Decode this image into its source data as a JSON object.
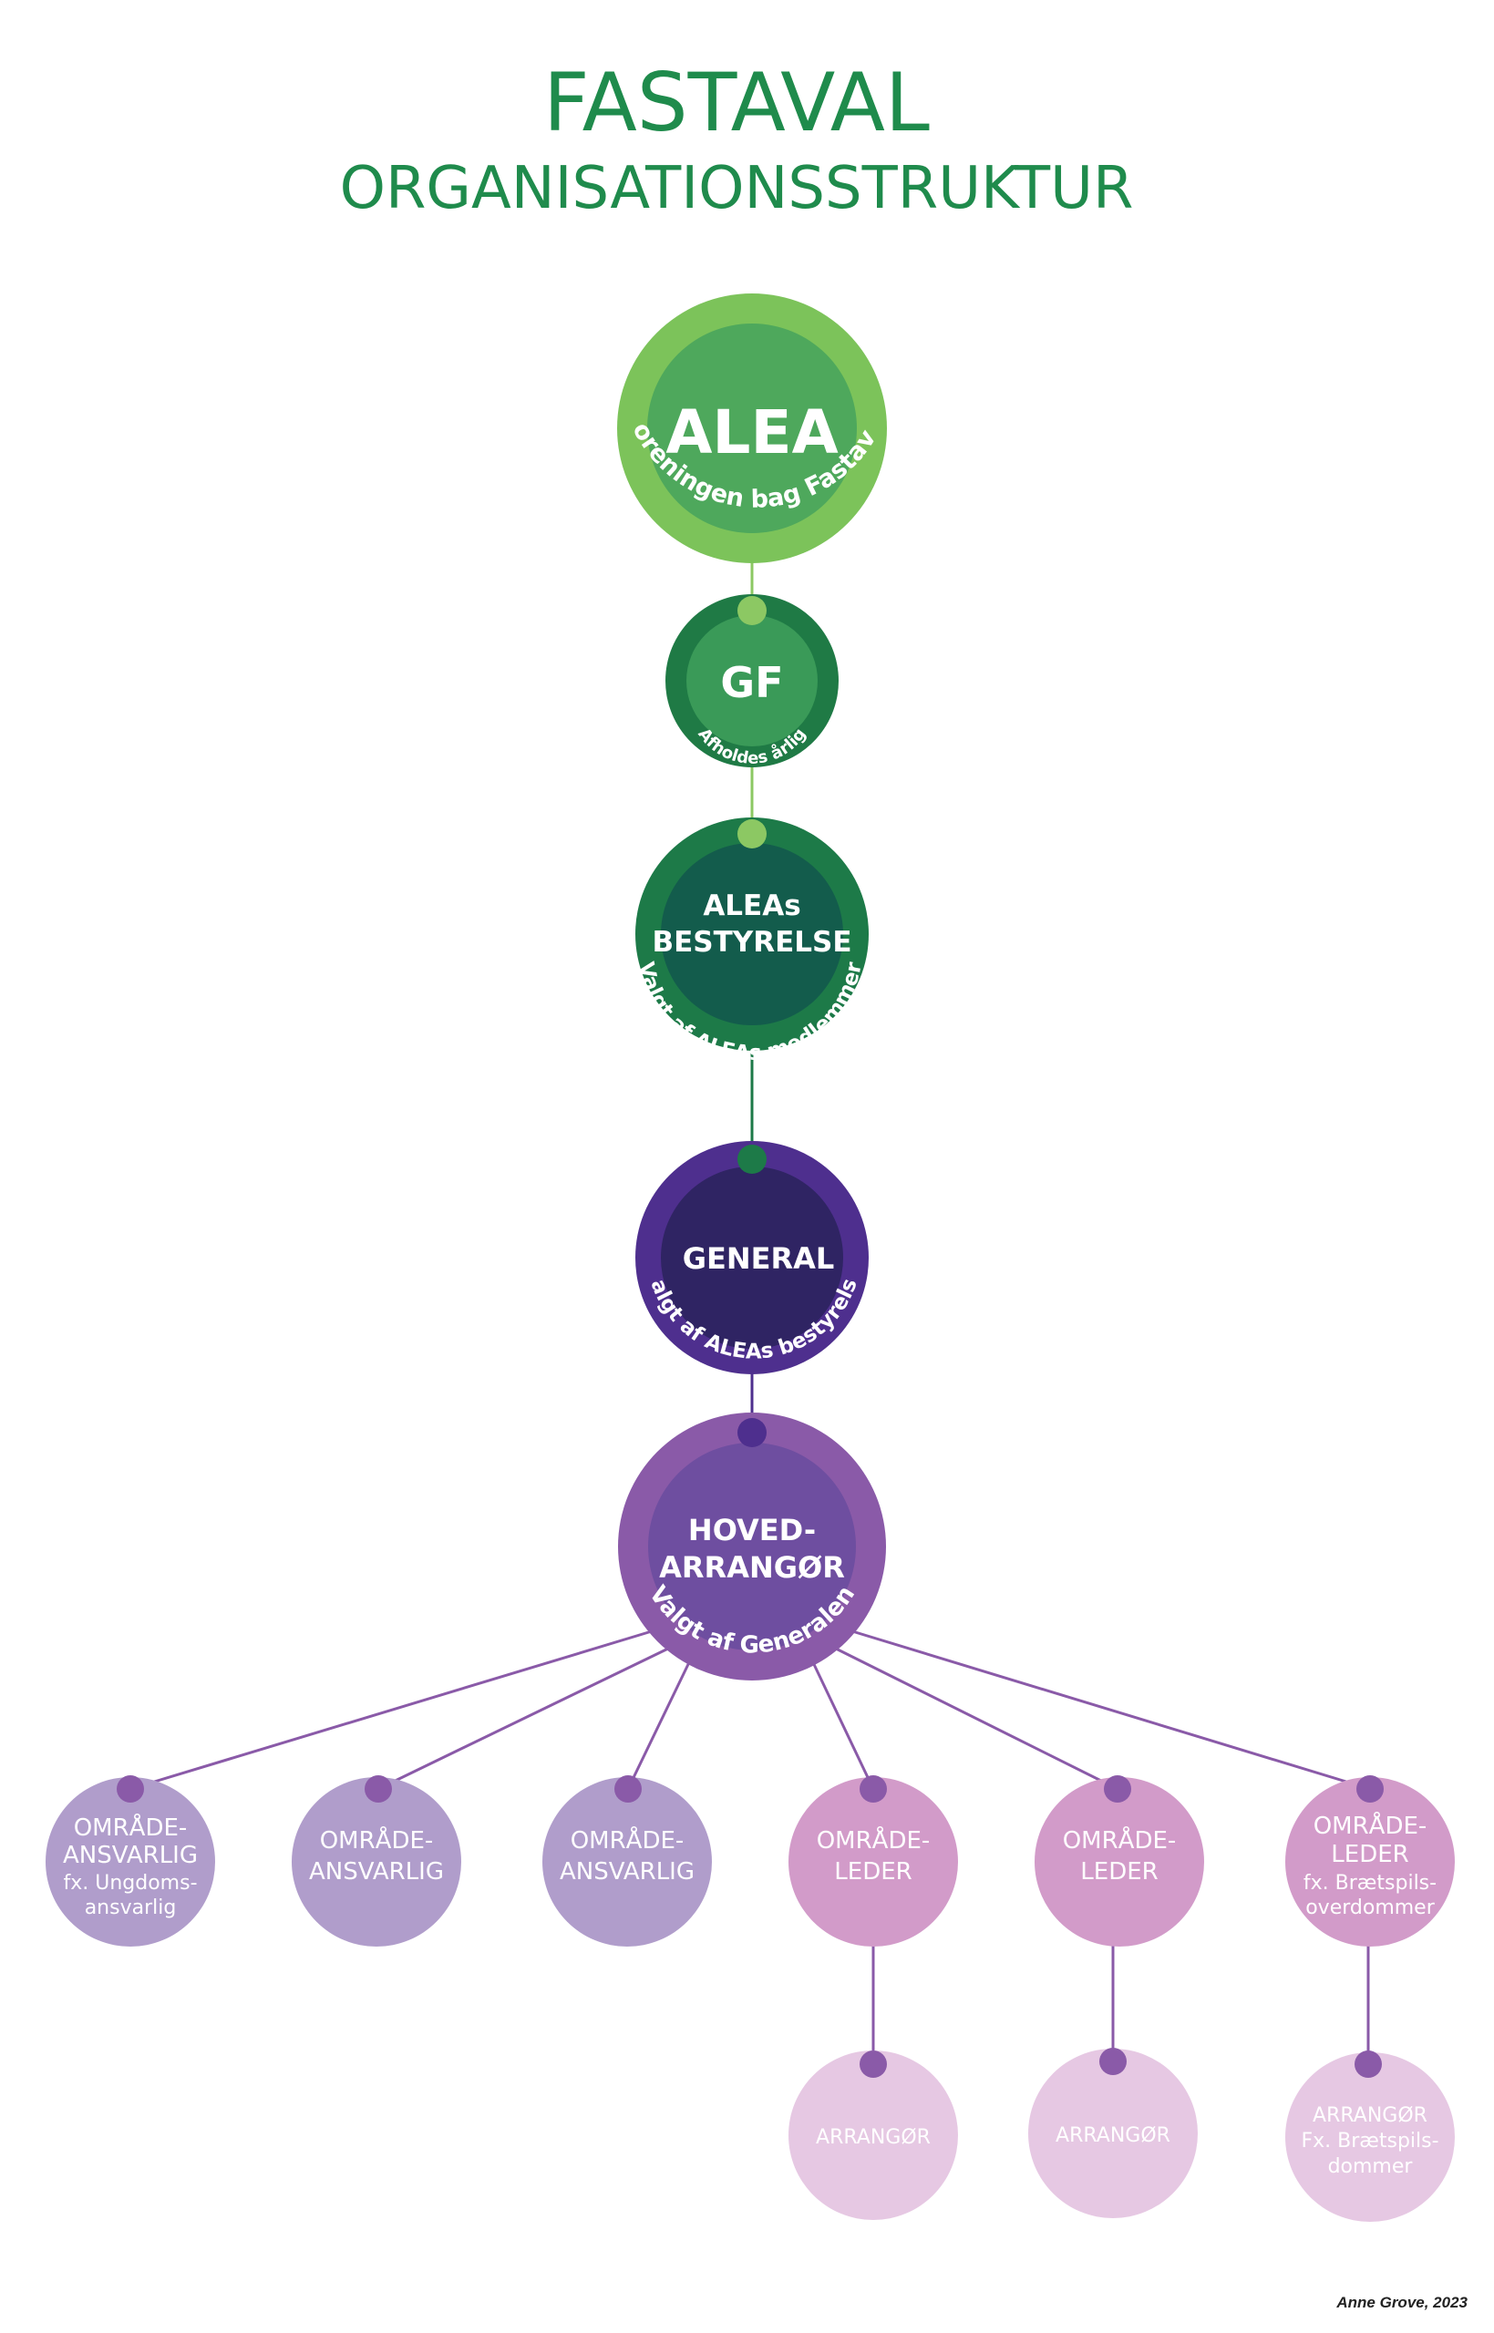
{
  "header": {
    "title": "FASTAVAL",
    "subtitle": "ORGANISATIONSSTRUKTUR"
  },
  "nodes": {
    "alea": {
      "label": "ALEA",
      "ring_text": "Foreningen bag Fastaval"
    },
    "gf": {
      "label": "GF",
      "ring_text": "Afholdes årlig"
    },
    "bestyrelse": {
      "label_line1": "ALEAs",
      "label_line2": "BESTYRELSE",
      "ring_text": "Valgt af ALEAs medlemmer"
    },
    "general": {
      "label": "GENERAL",
      "ring_text": "Valgt af ALEAs bestyrelse"
    },
    "hovedarrangor": {
      "label_line1": "HOVED-",
      "label_line2": "ARRANGØR",
      "ring_text": "Valgt af Generalen"
    }
  },
  "branches": [
    {
      "lines": [
        "OMRÅDE-",
        "ANSVARLIG",
        "fx. Ungdoms-",
        "ansvarlig"
      ]
    },
    {
      "lines": [
        "OMRÅDE-",
        "ANSVARLIG"
      ]
    },
    {
      "lines": [
        "OMRÅDE-",
        "ANSVARLIG"
      ]
    },
    {
      "lines": [
        "OMRÅDE-",
        "LEDER"
      ]
    },
    {
      "lines": [
        "OMRÅDE-",
        "LEDER"
      ]
    },
    {
      "lines": [
        "OMRÅDE-",
        "LEDER",
        "fx. Brætspils-",
        "overdommer"
      ]
    }
  ],
  "leaves": [
    {
      "lines": [
        "ARRANGØR"
      ]
    },
    {
      "lines": [
        "ARRANGØR"
      ]
    },
    {
      "lines": [
        "ARRANGØR",
        "Fx. Brætspils-",
        "dommer"
      ]
    }
  ],
  "credit": "Anne Grove, 2023",
  "colors": {
    "title": "#1f8b4c",
    "alea_outer": "#7cc35a",
    "alea_inner": "#4ea85c",
    "gf_outer": "#1f7a45",
    "gf_inner": "#3a9a58",
    "gf_dot": "#8cc863",
    "bestyrelse_outer": "#1d7a48",
    "bestyrelse_inner": "#135c4c",
    "general_outer": "#4e2f8e",
    "general_inner": "#2f2463",
    "hoved_outer": "#8a5aa8",
    "hoved_inner": "#6e4ea0",
    "branch_ansvarlig": "#b09dcb",
    "branch_leder": "#d29bc9",
    "leaf": "#e6c8e3",
    "connector_purple": "#8a5aa8"
  }
}
